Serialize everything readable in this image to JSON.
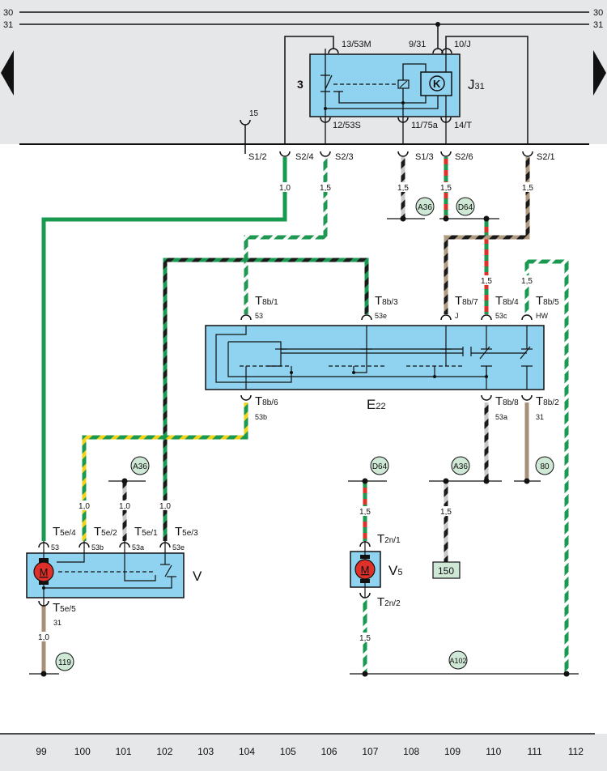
{
  "diagram": {
    "bus_lines": [
      {
        "id": "30",
        "label": "30"
      },
      {
        "id": "31",
        "label": "31"
      }
    ],
    "nav": {
      "prev": "previous-page",
      "next": "next-page"
    },
    "colors": {
      "panel_bg": "#e6e7e8",
      "component_fill": "#8fd3f0",
      "wire_green": "#1a9a50",
      "wire_black": "#1a1a1a",
      "wire_red": "#e0302a",
      "wire_white": "#ffffff",
      "wire_yellow": "#f2d21a",
      "wire_grey": "#c0c0c0",
      "wire_brown": "#a89078",
      "ref_circle_fill": "#cfe8d6",
      "motor_red": "#e0302a",
      "box_150_fill": "#cfe8d6"
    },
    "relay": {
      "designation": "J31",
      "designation_main": "J",
      "designation_sub": "31",
      "position_number": "3",
      "pins": {
        "top_left": "13/53M",
        "top_mid": "9/31",
        "top_right": "10/J",
        "bottom_left": "12/53S",
        "bottom_mid": "11/75a",
        "bottom_right": "14/T"
      }
    },
    "fuse_terminal_15": "15",
    "terminals_s": [
      "S1/2",
      "S2/4",
      "S2/3",
      "S1/3",
      "S2/6",
      "S2/1"
    ],
    "wire_sizes": {
      "s24": "1,0",
      "s23": "1,5",
      "s13": "1,5",
      "s26": "1,5",
      "s21": "1,5",
      "t8b4": "1,5",
      "t8b5": "1,5",
      "t5e2": "1,0",
      "t5e1": "1,0",
      "t5e3": "1,0",
      "t5e5": "1,0",
      "v5_top": "1,5",
      "v5_bottom": "1,5",
      "box150": "1,5"
    },
    "switch_e22": {
      "designation_main": "E",
      "designation_sub": "22",
      "pins_top": [
        {
          "main": "T",
          "sub": "8b/1",
          "func": "53"
        },
        {
          "main": "T",
          "sub": "8b/3",
          "func": "53e"
        },
        {
          "main": "T",
          "sub": "8b/7",
          "func": "J"
        },
        {
          "main": "T",
          "sub": "8b/4",
          "func": "53c"
        },
        {
          "main": "T",
          "sub": "8b/5",
          "func": "HW"
        }
      ],
      "pins_bottom": [
        {
          "main": "T",
          "sub": "8b/6",
          "func": "53b"
        },
        {
          "main": "T",
          "sub": "8b/8",
          "func": "53a"
        },
        {
          "main": "T",
          "sub": "8b/2",
          "func": "31"
        }
      ]
    },
    "motor_v": {
      "designation": "V",
      "motor_letter": "M",
      "pins_top": [
        {
          "main": "T",
          "sub": "5e/4",
          "func": "53"
        },
        {
          "main": "T",
          "sub": "5e/2",
          "func": "53b"
        },
        {
          "main": "T",
          "sub": "5e/1",
          "func": "53a"
        },
        {
          "main": "T",
          "sub": "5e/3",
          "func": "53e"
        }
      ],
      "pin_bottom": {
        "main": "T",
        "sub": "5e/5",
        "func": "31"
      }
    },
    "motor_v5": {
      "designation_main": "V",
      "designation_sub": "5",
      "motor_letter": "M",
      "pin_top": {
        "main": "T",
        "sub": "2n/1"
      },
      "pin_bottom": {
        "main": "T",
        "sub": "2n/2"
      }
    },
    "ground_refs": {
      "a36_top": "A36",
      "d64_top": "D64",
      "a36_left": "A36",
      "d64_mid": "D64",
      "a36_mid": "A36",
      "r80": "80",
      "r119": "119",
      "a102": "A102"
    },
    "box_150": "150",
    "current_tracks": [
      "99",
      "100",
      "101",
      "102",
      "103",
      "104",
      "105",
      "106",
      "107",
      "108",
      "109",
      "110",
      "111",
      "112"
    ]
  }
}
